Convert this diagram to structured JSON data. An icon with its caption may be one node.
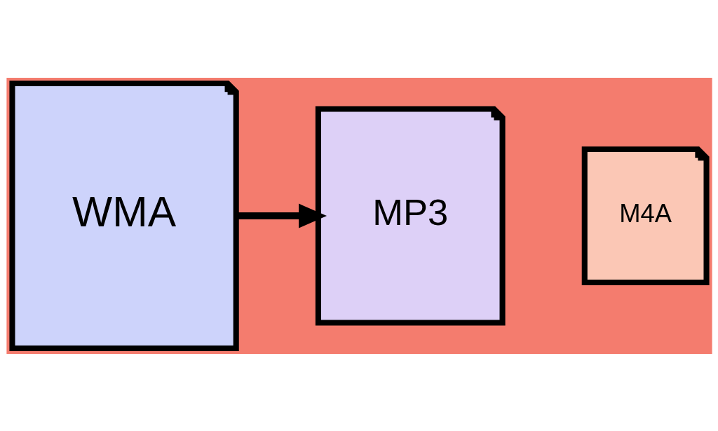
{
  "diagram": {
    "nodes": [
      {
        "text": [
          "WMA"
        ]
      },
      {
        "text": [
          "MP3"
        ]
      },
      {
        "text": [
          "M4A"
        ]
      }
    ],
    "edges": [
      {
        "from": 0,
        "to": 1,
        "arrow": "to"
      }
    ]
  }
}
